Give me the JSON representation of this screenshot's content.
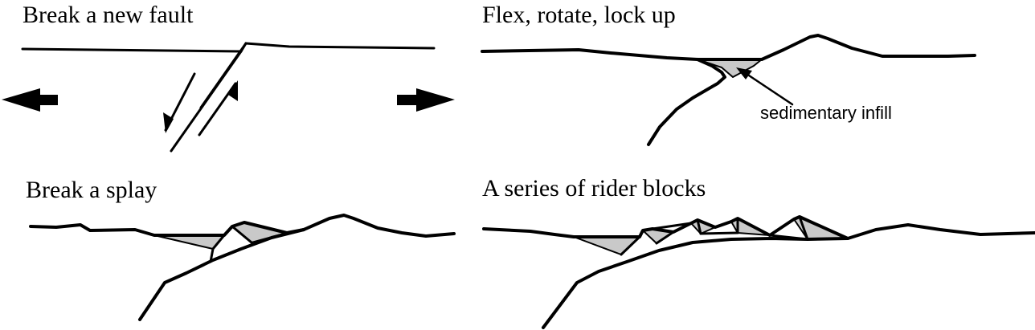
{
  "panels": {
    "top_left": {
      "title": "Break a new fault"
    },
    "top_right": {
      "title": "Flex, rotate, lock up",
      "annotation": "sedimentary infill"
    },
    "bottom_left": {
      "title": "Break a splay"
    },
    "bottom_right": {
      "title": "A series of rider blocks"
    }
  },
  "colors": {
    "line": "#000000",
    "sediment_fill": "#c9c9c9",
    "background": "#ffffff"
  },
  "icons": [
    "extension-arrow-left-icon",
    "extension-arrow-right-icon",
    "slip-arrow-down-icon",
    "slip-arrow-up-icon"
  ]
}
